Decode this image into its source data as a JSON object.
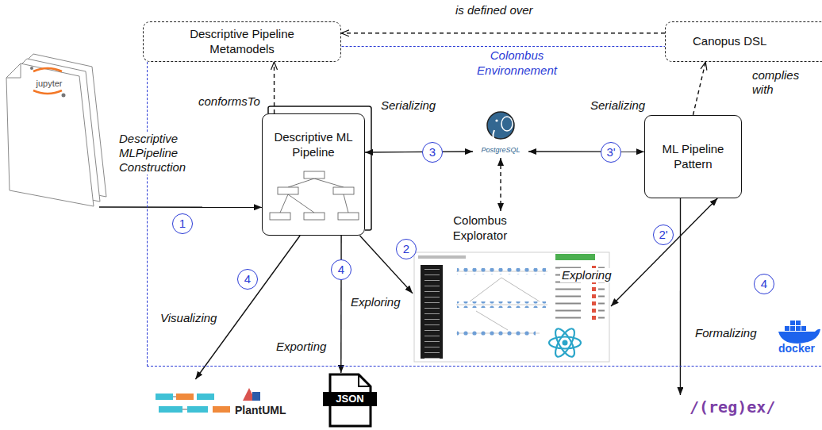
{
  "diagram": {
    "nodes": [
      {
        "text": [
          "Descriptive Pipeline Metamodels"
        ]
      },
      {
        "text": [
          "Canopus DSL"
        ]
      },
      {
        "text": [
          "Colombus Environnement"
        ]
      },
      {
        "text": [
          "Descriptive ML Pipeline"
        ],
        "in": 2
      },
      {
        "text": [
          "PostgreSQL"
        ],
        "in": 2
      },
      {
        "text": [
          "ML Pipeline Pattern"
        ],
        "in": 2
      },
      {
        "text": [
          "Colombus Explorator"
        ],
        "in": 2
      },
      {
        "text": [
          "jupyter"
        ]
      },
      {
        "text": [
          "PlantUML"
        ]
      },
      {
        "text": [
          "JSON"
        ]
      },
      {
        "text": [
          "/(reg)ex/"
        ]
      }
    ],
    "edges": [
      {
        "from": 1,
        "to": 0,
        "label": "is defined over",
        "arrow": "to"
      },
      {
        "from": 3,
        "to": 0,
        "label": "conformsTo",
        "arrow": "to"
      },
      {
        "from": 5,
        "to": 1,
        "label": "complies with",
        "arrow": "to"
      },
      {
        "from": 7,
        "to": 3,
        "label": "Descriptive MLPipeline Construction",
        "arrow": "to"
      },
      {
        "from": 3,
        "to": 4,
        "label": "Serializing",
        "arrow": "both"
      },
      {
        "from": 4,
        "to": 5,
        "label": "Serializing",
        "arrow": "both"
      },
      {
        "from": 4,
        "to": 6,
        "arrow": "both"
      },
      {
        "from": 3,
        "to": 6,
        "label": "Exploring",
        "arrow": "to"
      },
      {
        "from": 5,
        "to": 6,
        "label": "Exploring",
        "arrow": "both"
      },
      {
        "from": 3,
        "to": 8,
        "label": "Visualizing",
        "arrow": "to"
      },
      {
        "from": 3,
        "to": 9,
        "label": "Exporting",
        "arrow": "to"
      },
      {
        "from": 5,
        "to": 10,
        "label": "Formalizing",
        "arrow": "to"
      }
    ],
    "labels": [
      "1",
      "2",
      "3",
      "3'",
      "2'",
      "4",
      "4",
      "4",
      "docker"
    ]
  }
}
